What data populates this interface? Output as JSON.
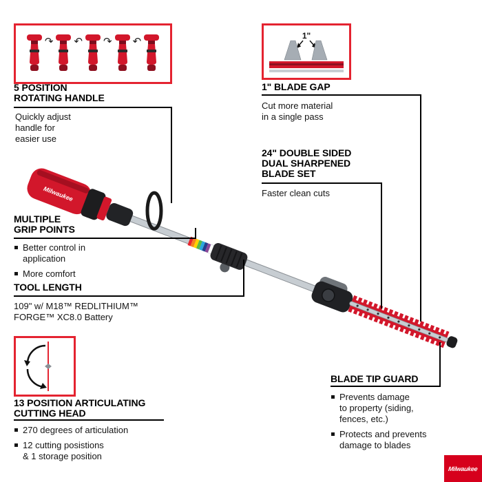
{
  "brand": {
    "name": "Milwaukee",
    "logo_text": "Milwaukee",
    "red": "#d6001c",
    "accent_red": "#e42330"
  },
  "product": {
    "tool_logo_text": "Milwaukee"
  },
  "icons": {
    "rotate_cw": "↷",
    "rotate_ccw": "↶"
  },
  "callouts": {
    "rotating_handle": {
      "title_lines": [
        "5 POSITION",
        "ROTATING HANDLE"
      ],
      "body_lines": [
        "Quickly adjust",
        "handle for",
        "easier use"
      ]
    },
    "blade_gap": {
      "label": "1\"",
      "title_lines": [
        "1\" BLADE GAP"
      ],
      "body_lines": [
        "Cut more material",
        "in a single pass"
      ]
    },
    "blade_set": {
      "title_lines": [
        "24\" DOUBLE SIDED",
        "DUAL SHARPENED",
        "BLADE SET"
      ],
      "body_lines": [
        "Faster clean cuts"
      ]
    },
    "grip_points": {
      "title_lines": [
        "MULTIPLE",
        "GRIP POINTS"
      ],
      "bullets": [
        [
          "Better control in",
          "application"
        ],
        [
          "More comfort"
        ]
      ]
    },
    "tool_length": {
      "title_lines": [
        "TOOL LENGTH"
      ],
      "body_lines": [
        "109\" w/ M18™ REDLITHIUM™",
        "FORGE™ XC8.0 Battery"
      ]
    },
    "articulating_head": {
      "title_lines": [
        "13 POSITION ARTICULATING",
        "CUTTING HEAD"
      ],
      "bullets": [
        [
          "270 degrees of articulation"
        ],
        [
          "12 cutting posistions",
          "& 1 storage position"
        ]
      ]
    },
    "blade_tip_guard": {
      "title_lines": [
        "BLADE TIP GUARD"
      ],
      "bullets": [
        [
          "Prevents damage",
          "to property (siding,",
          "fences, etc.)"
        ],
        [
          "Protects and prevents",
          "damage to blades"
        ]
      ]
    }
  }
}
